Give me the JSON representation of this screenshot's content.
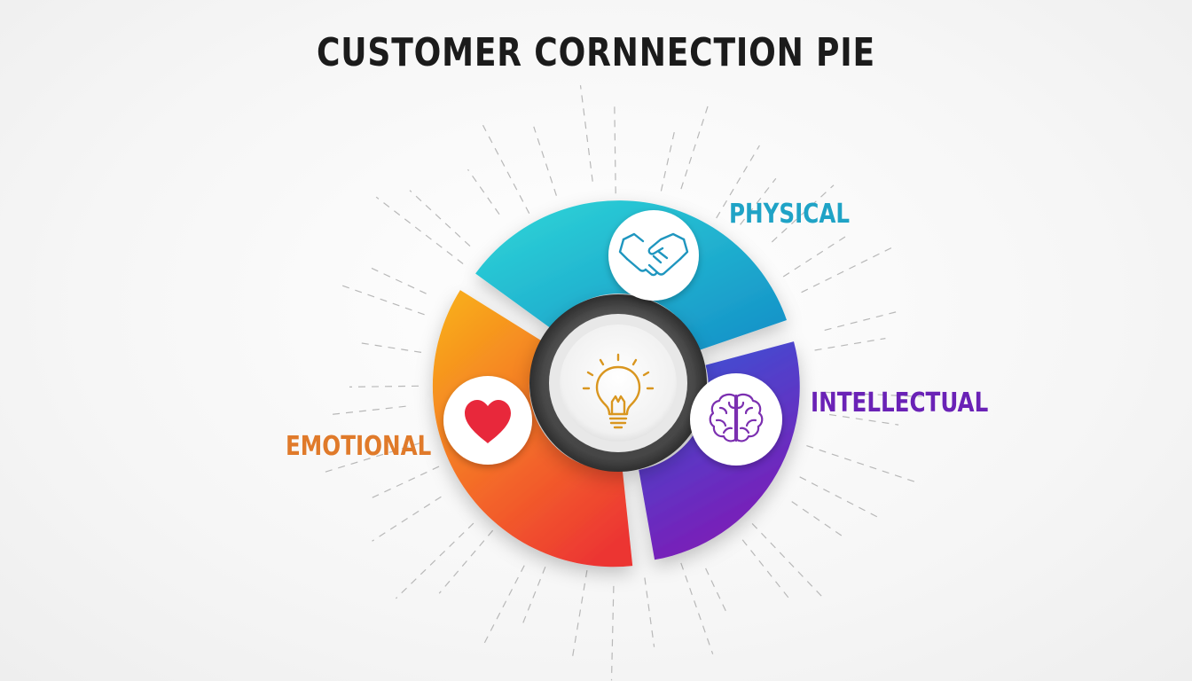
{
  "title": "CUSTOMER CORNNECTION PIE",
  "segments": [
    {
      "label": "PHYSICAL",
      "icon": "handshake-icon",
      "color_start": "#29d3d6",
      "color_end": "#1590c8",
      "label_color": "#1fa3c6"
    },
    {
      "label": "INTELLECTUAL",
      "icon": "brain-icon",
      "color_start": "#3a54d6",
      "color_end": "#7a1fb8",
      "label_color": "#6a22b6"
    },
    {
      "label": "EMOTIONAL",
      "icon": "heart-icon",
      "color_start": "#f7a21c",
      "color_end": "#ee3a30",
      "label_color": "#e07a2a"
    }
  ],
  "center_icon": "lightbulb-icon"
}
